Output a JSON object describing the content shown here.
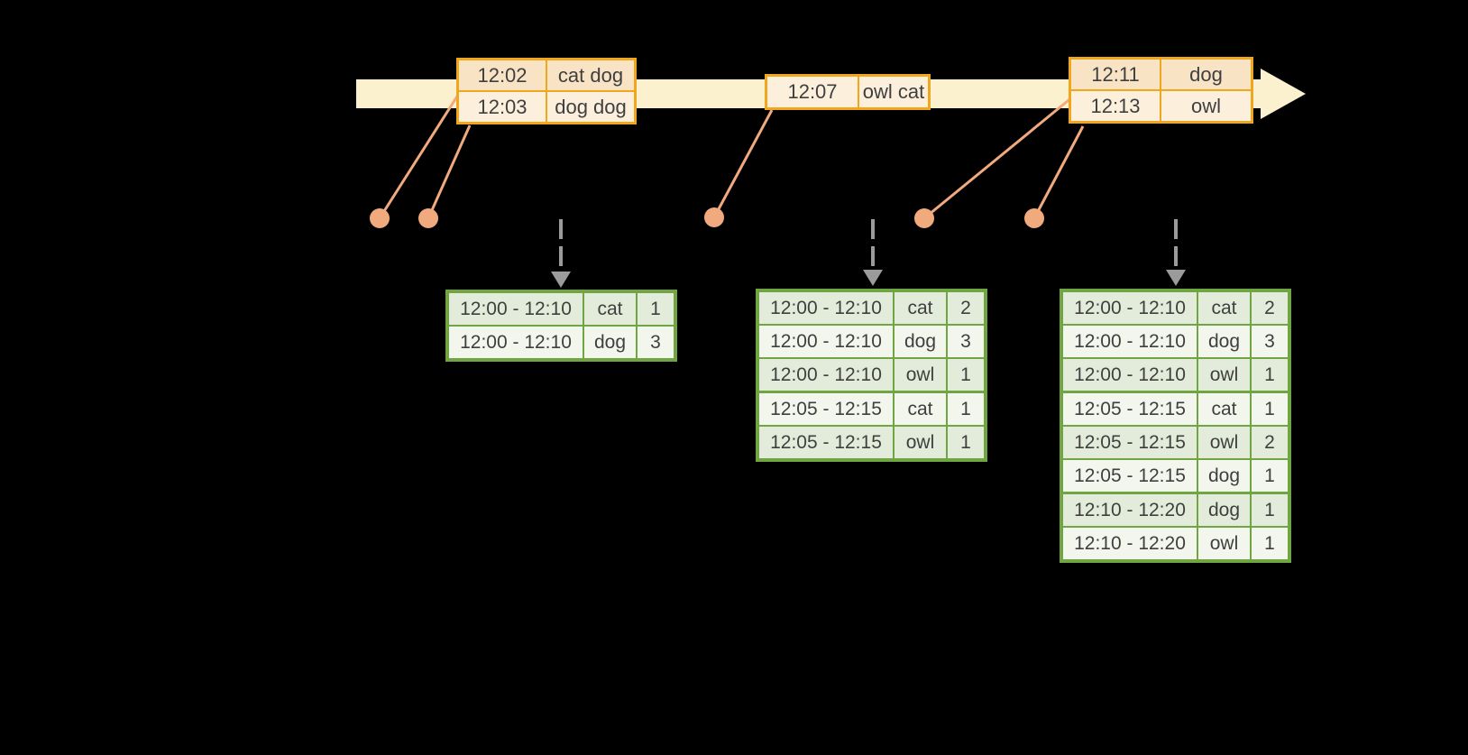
{
  "colors": {
    "background": "#000000",
    "timeline": "#FCF1CF",
    "event_table_border": "#F0A71E",
    "event_row_peach": "#F9E3C5",
    "event_row_cream": "#FCF0DD",
    "marker": "#F1AA7D",
    "trigger_arrow": "#9B9B9B",
    "result_table_border": "#6FA641",
    "result_row_green": "#E3ECDA",
    "result_row_light": "#F2F6ED",
    "text": "#3F3F3F"
  },
  "event_tables": [
    {
      "name": "event-table-1",
      "rows": [
        {
          "time": "12:02",
          "words": "cat dog"
        },
        {
          "time": "12:03",
          "words": "dog dog"
        }
      ]
    },
    {
      "name": "event-table-2",
      "rows": [
        {
          "time": "12:07",
          "words": "owl cat"
        }
      ]
    },
    {
      "name": "event-table-3",
      "rows": [
        {
          "time": "12:11",
          "words": "dog"
        },
        {
          "time": "12:13",
          "words": "owl"
        }
      ]
    }
  ],
  "result_tables": [
    {
      "name": "result-table-1",
      "rows": [
        {
          "window": "12:00 - 12:10",
          "word": "cat",
          "count": "1"
        },
        {
          "window": "12:00 - 12:10",
          "word": "dog",
          "count": "3"
        }
      ]
    },
    {
      "name": "result-table-2",
      "rows": [
        {
          "window": "12:00 - 12:10",
          "word": "cat",
          "count": "2"
        },
        {
          "window": "12:00 - 12:10",
          "word": "dog",
          "count": "3"
        },
        {
          "window": "12:00 - 12:10",
          "word": "owl",
          "count": "1"
        },
        {
          "window": "12:05 - 12:15",
          "word": "cat",
          "count": "1"
        },
        {
          "window": "12:05 - 12:15",
          "word": "owl",
          "count": "1"
        }
      ]
    },
    {
      "name": "result-table-3",
      "rows": [
        {
          "window": "12:00 - 12:10",
          "word": "cat",
          "count": "2"
        },
        {
          "window": "12:00 - 12:10",
          "word": "dog",
          "count": "3"
        },
        {
          "window": "12:00 - 12:10",
          "word": "owl",
          "count": "1"
        },
        {
          "window": "12:05 - 12:15",
          "word": "cat",
          "count": "1"
        },
        {
          "window": "12:05 - 12:15",
          "word": "owl",
          "count": "2"
        },
        {
          "window": "12:05 - 12:15",
          "word": "dog",
          "count": "1"
        },
        {
          "window": "12:10 - 12:20",
          "word": "dog",
          "count": "1"
        },
        {
          "window": "12:10 - 12:20",
          "word": "owl",
          "count": "1"
        }
      ]
    }
  ]
}
